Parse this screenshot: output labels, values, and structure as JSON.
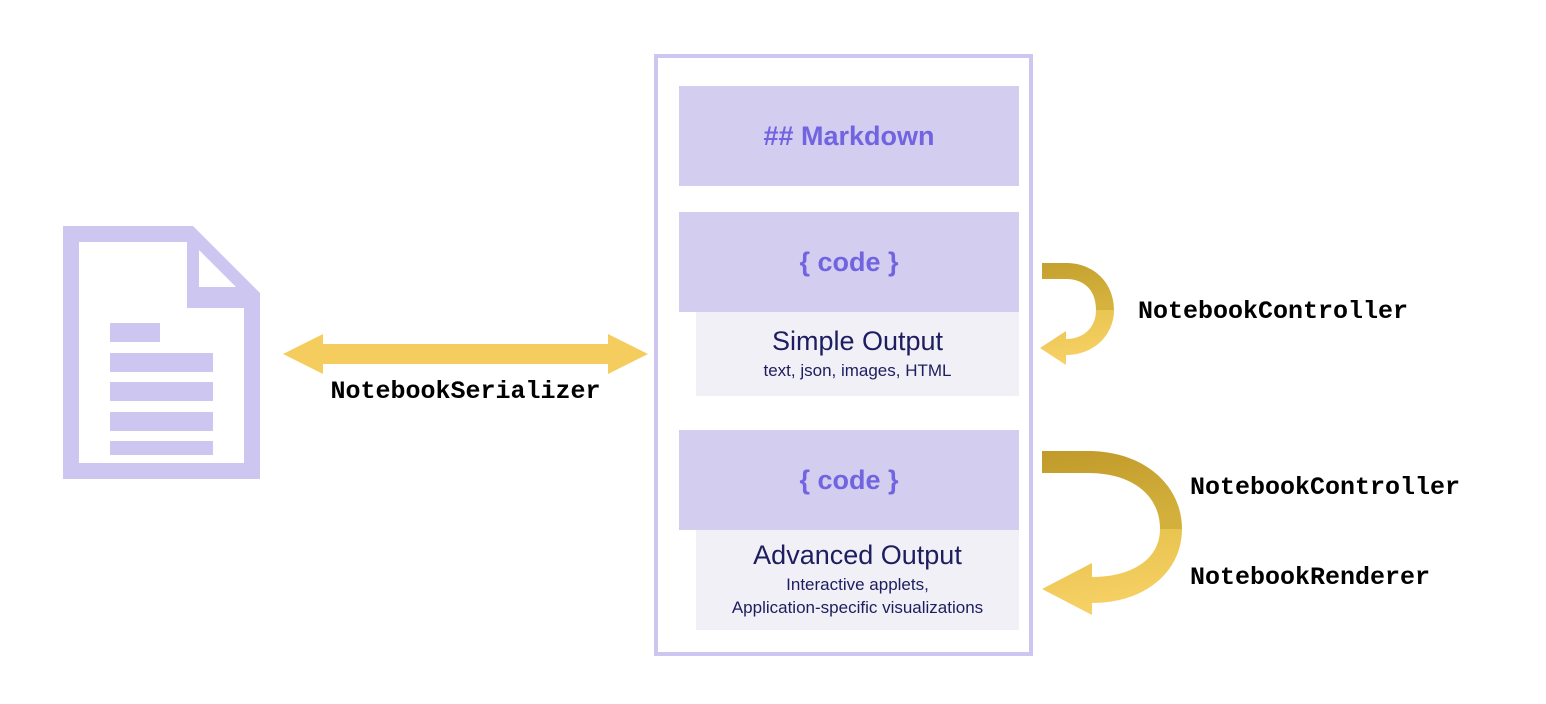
{
  "theme": {
    "background": "#ffffff",
    "lavender_fill": "#d3cdf0",
    "lavender_border": "#cdc6f0",
    "purple_text": "#7064e0",
    "navy_text": "#1d1d60",
    "output_bg": "#f0f0f6",
    "arrow_yellow": "#f5cd5f",
    "arrow_gold": "#c4a02e",
    "label_black": "#000000"
  },
  "document_icon": {
    "name": "notebook-file",
    "line_count": 5
  },
  "serializer": {
    "label": "NotebookSerializer",
    "arrow": "double-headed-horizontal"
  },
  "notebook": {
    "cells": [
      {
        "id": "markdown",
        "type": "markdown",
        "text": "## Markdown",
        "output": null
      },
      {
        "id": "code-1",
        "type": "code",
        "text": "{ code }",
        "output": {
          "title": "Simple Output",
          "subtitle": "text, json, images, HTML"
        }
      },
      {
        "id": "code-2",
        "type": "code",
        "text": "{ code }",
        "output": {
          "title": "Advanced Output",
          "subtitle": "Interactive applets,\nApplication-specific visualizations"
        }
      }
    ]
  },
  "annotations": [
    {
      "id": "controller-simple",
      "label": "NotebookController",
      "arrow": "curved-left"
    },
    {
      "id": "controller-advanced",
      "label": "NotebookController",
      "arrow": "curved-left"
    },
    {
      "id": "renderer-advanced",
      "label": "NotebookRenderer",
      "arrow": null
    }
  ]
}
